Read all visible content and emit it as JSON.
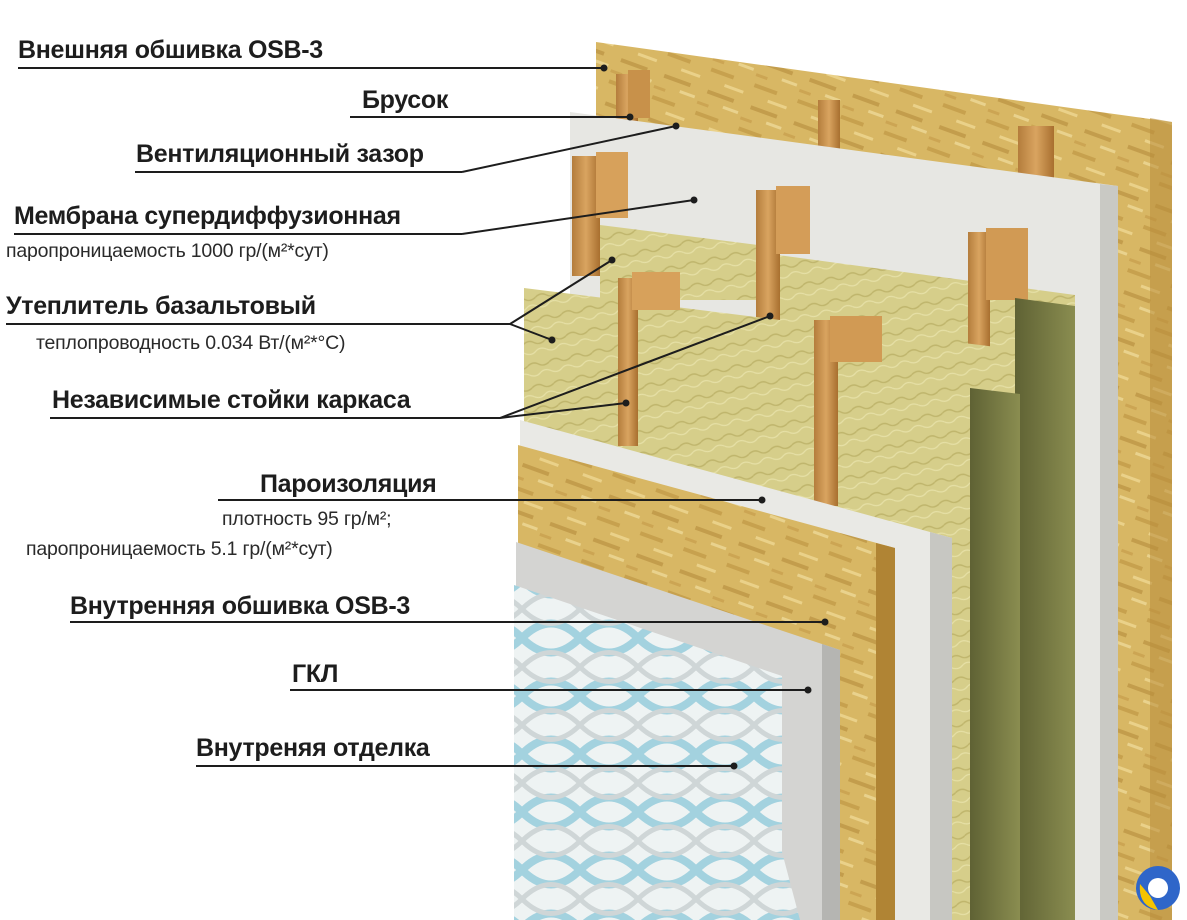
{
  "labels": {
    "outer_osb": "Внешняя обшивка OSB-3",
    "batten": "Брусок",
    "vent_gap": "Вентиляционный зазор",
    "membrane": "Мембрана супердиффузионная",
    "membrane_spec": "паропроницаемость 1000 гр/(м²*сут)",
    "insulation": "Утеплитель базальтовый",
    "insulation_spec": "теплопроводность 0.034 Вт/(м²*°С)",
    "studs": "Независимые стойки каркаса",
    "vapor_barrier": "Пароизоляция",
    "vapor_density": "плотность 95 гр/м²;",
    "vapor_spec": "паропроницаемость 5.1 гр/(м²*сут)",
    "inner_osb": "Внутренняя обшивка OSB-3",
    "gypsum": "ГКЛ",
    "finish": "Внутреняя отделка"
  },
  "colors": {
    "osb": "#d6b35f",
    "osb_dark": "#b48934",
    "wood": "#cf9a52",
    "wood_dark": "#9b6a2e",
    "mineral_wool": "#d4cc86",
    "mineral_wool_edge": "#6f6f3a",
    "membrane": "#e6e6e2",
    "gypsum": "#d3d3d1",
    "finish_pattern": "#9fd0df",
    "leader": "#1d1d1d"
  },
  "icons": {
    "corner_logo": "logo-icon"
  }
}
